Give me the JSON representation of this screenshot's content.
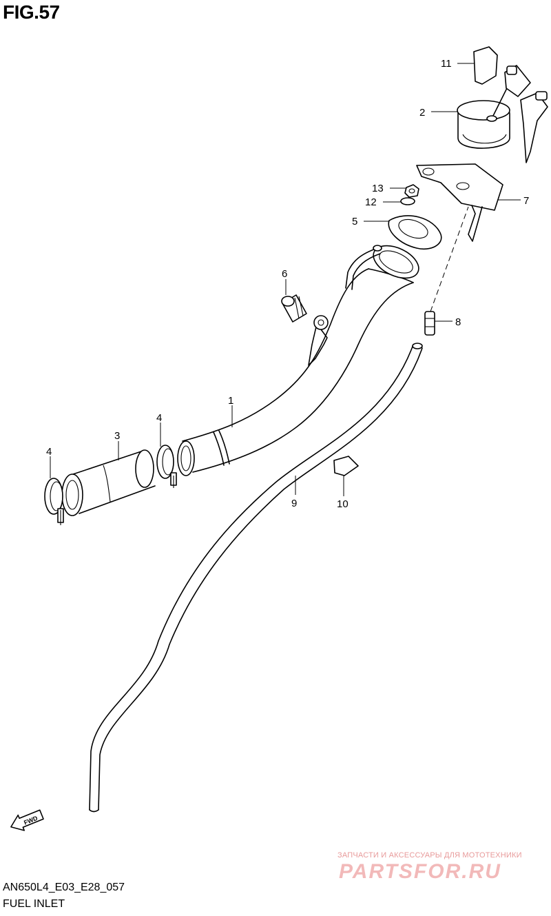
{
  "figure": {
    "title": "FIG.57",
    "model_code": "AN650L4_E03_E28_057",
    "section_name": "FUEL INLET"
  },
  "callouts": [
    "1",
    "2",
    "3",
    "4",
    "4",
    "5",
    "6",
    "7",
    "8",
    "9",
    "10",
    "11",
    "12",
    "13"
  ],
  "fwd_marker": "FWD",
  "watermark": {
    "tagline": "ЗАПЧАСТИ И АКСЕССУАРЫ ДЛЯ МОТОТЕХНИКИ",
    "brand": "PARTSFOR.RU"
  }
}
